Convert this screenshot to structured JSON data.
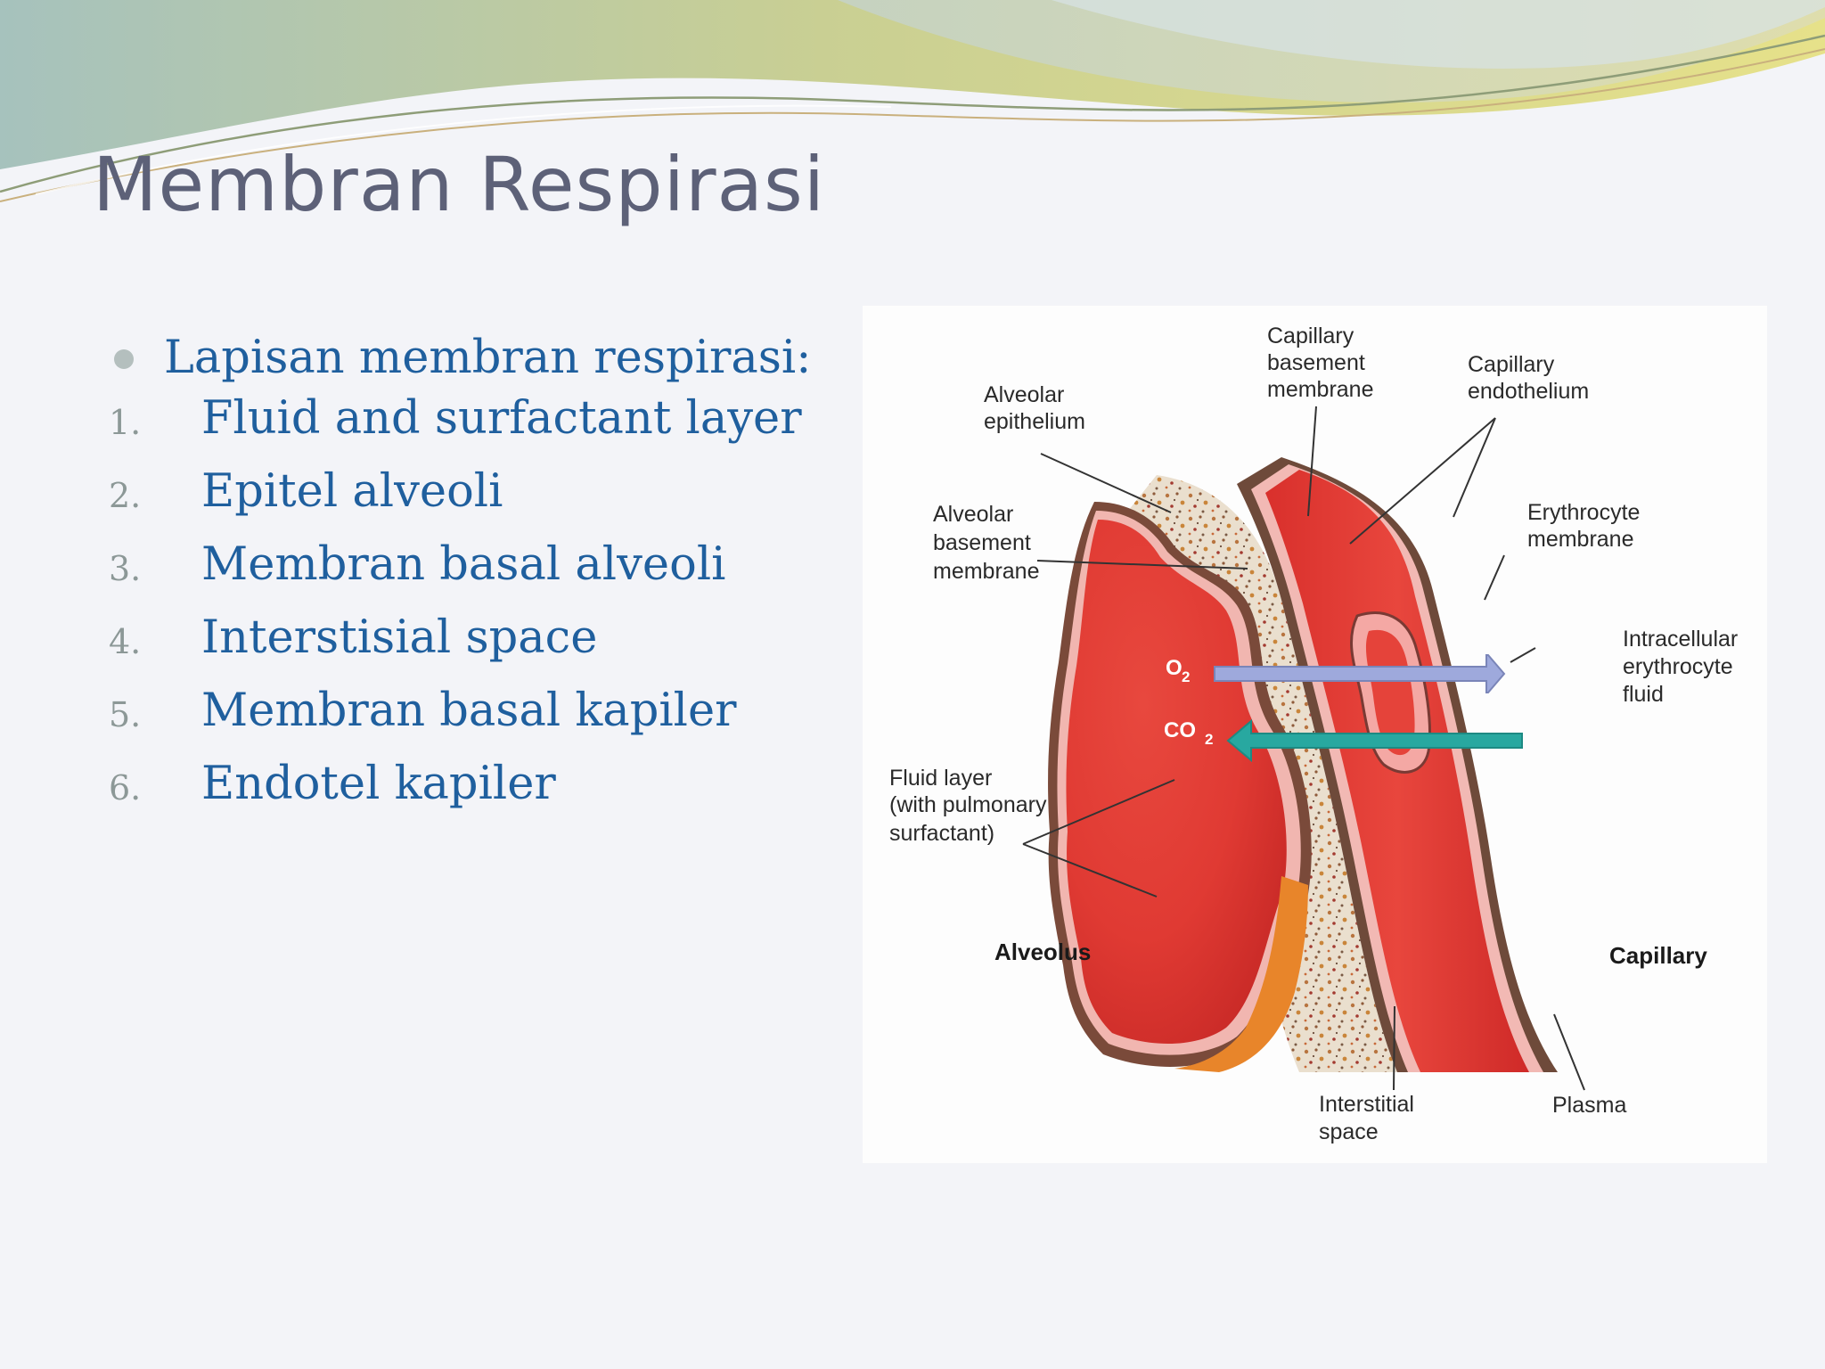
{
  "title": "Membran Respirasi",
  "content": {
    "bullet": "Lapisan membran respirasi:",
    "items": [
      {
        "num": "1.",
        "text": "Fluid and surfactant layer"
      },
      {
        "num": "2.",
        "text": "Epitel alveoli"
      },
      {
        "num": "3.",
        "text": "Membran basal alveoli"
      },
      {
        "num": "4.",
        "text": "Interstisial space"
      },
      {
        "num": "5.",
        "text": "Membran basal kapiler"
      },
      {
        "num": "6.",
        "text": "Endotel kapiler"
      }
    ]
  },
  "diagram": {
    "labels": {
      "capillary_basement_1": "Capillary",
      "capillary_basement_2": "basement",
      "capillary_basement_3": "membrane",
      "capillary_endothelium_1": "Capillary",
      "capillary_endothelium_2": "endothelium",
      "alveolar_epithelium_1": "Alveolar",
      "alveolar_epithelium_2": "epithelium",
      "alveolar_basement_1": "Alveolar",
      "alveolar_basement_2": "basement",
      "alveolar_basement_3": "membrane",
      "erythrocyte_membrane_1": "Erythrocyte",
      "erythrocyte_membrane_2": "membrane",
      "intracellular_1": "Intracellular",
      "intracellular_2": "erythrocyte",
      "intracellular_3": "fluid",
      "fluid_layer_1": "Fluid layer",
      "fluid_layer_2": "(with pulmonary",
      "fluid_layer_3": "surfactant)",
      "alveolus": "Alveolus",
      "capillary": "Capillary",
      "interstitial_1": "Interstitial",
      "interstitial_2": "space",
      "plasma": "Plasma",
      "o2": "O",
      "o2_sub": "2",
      "co2": "CO",
      "co2_sub": "2"
    }
  },
  "colors": {
    "title": "#5d6178",
    "text": "#1f5f9e",
    "numbering": "#8c9897",
    "o2_arrow": "#9ea9dc",
    "co2_arrow": "#28a8a0"
  }
}
